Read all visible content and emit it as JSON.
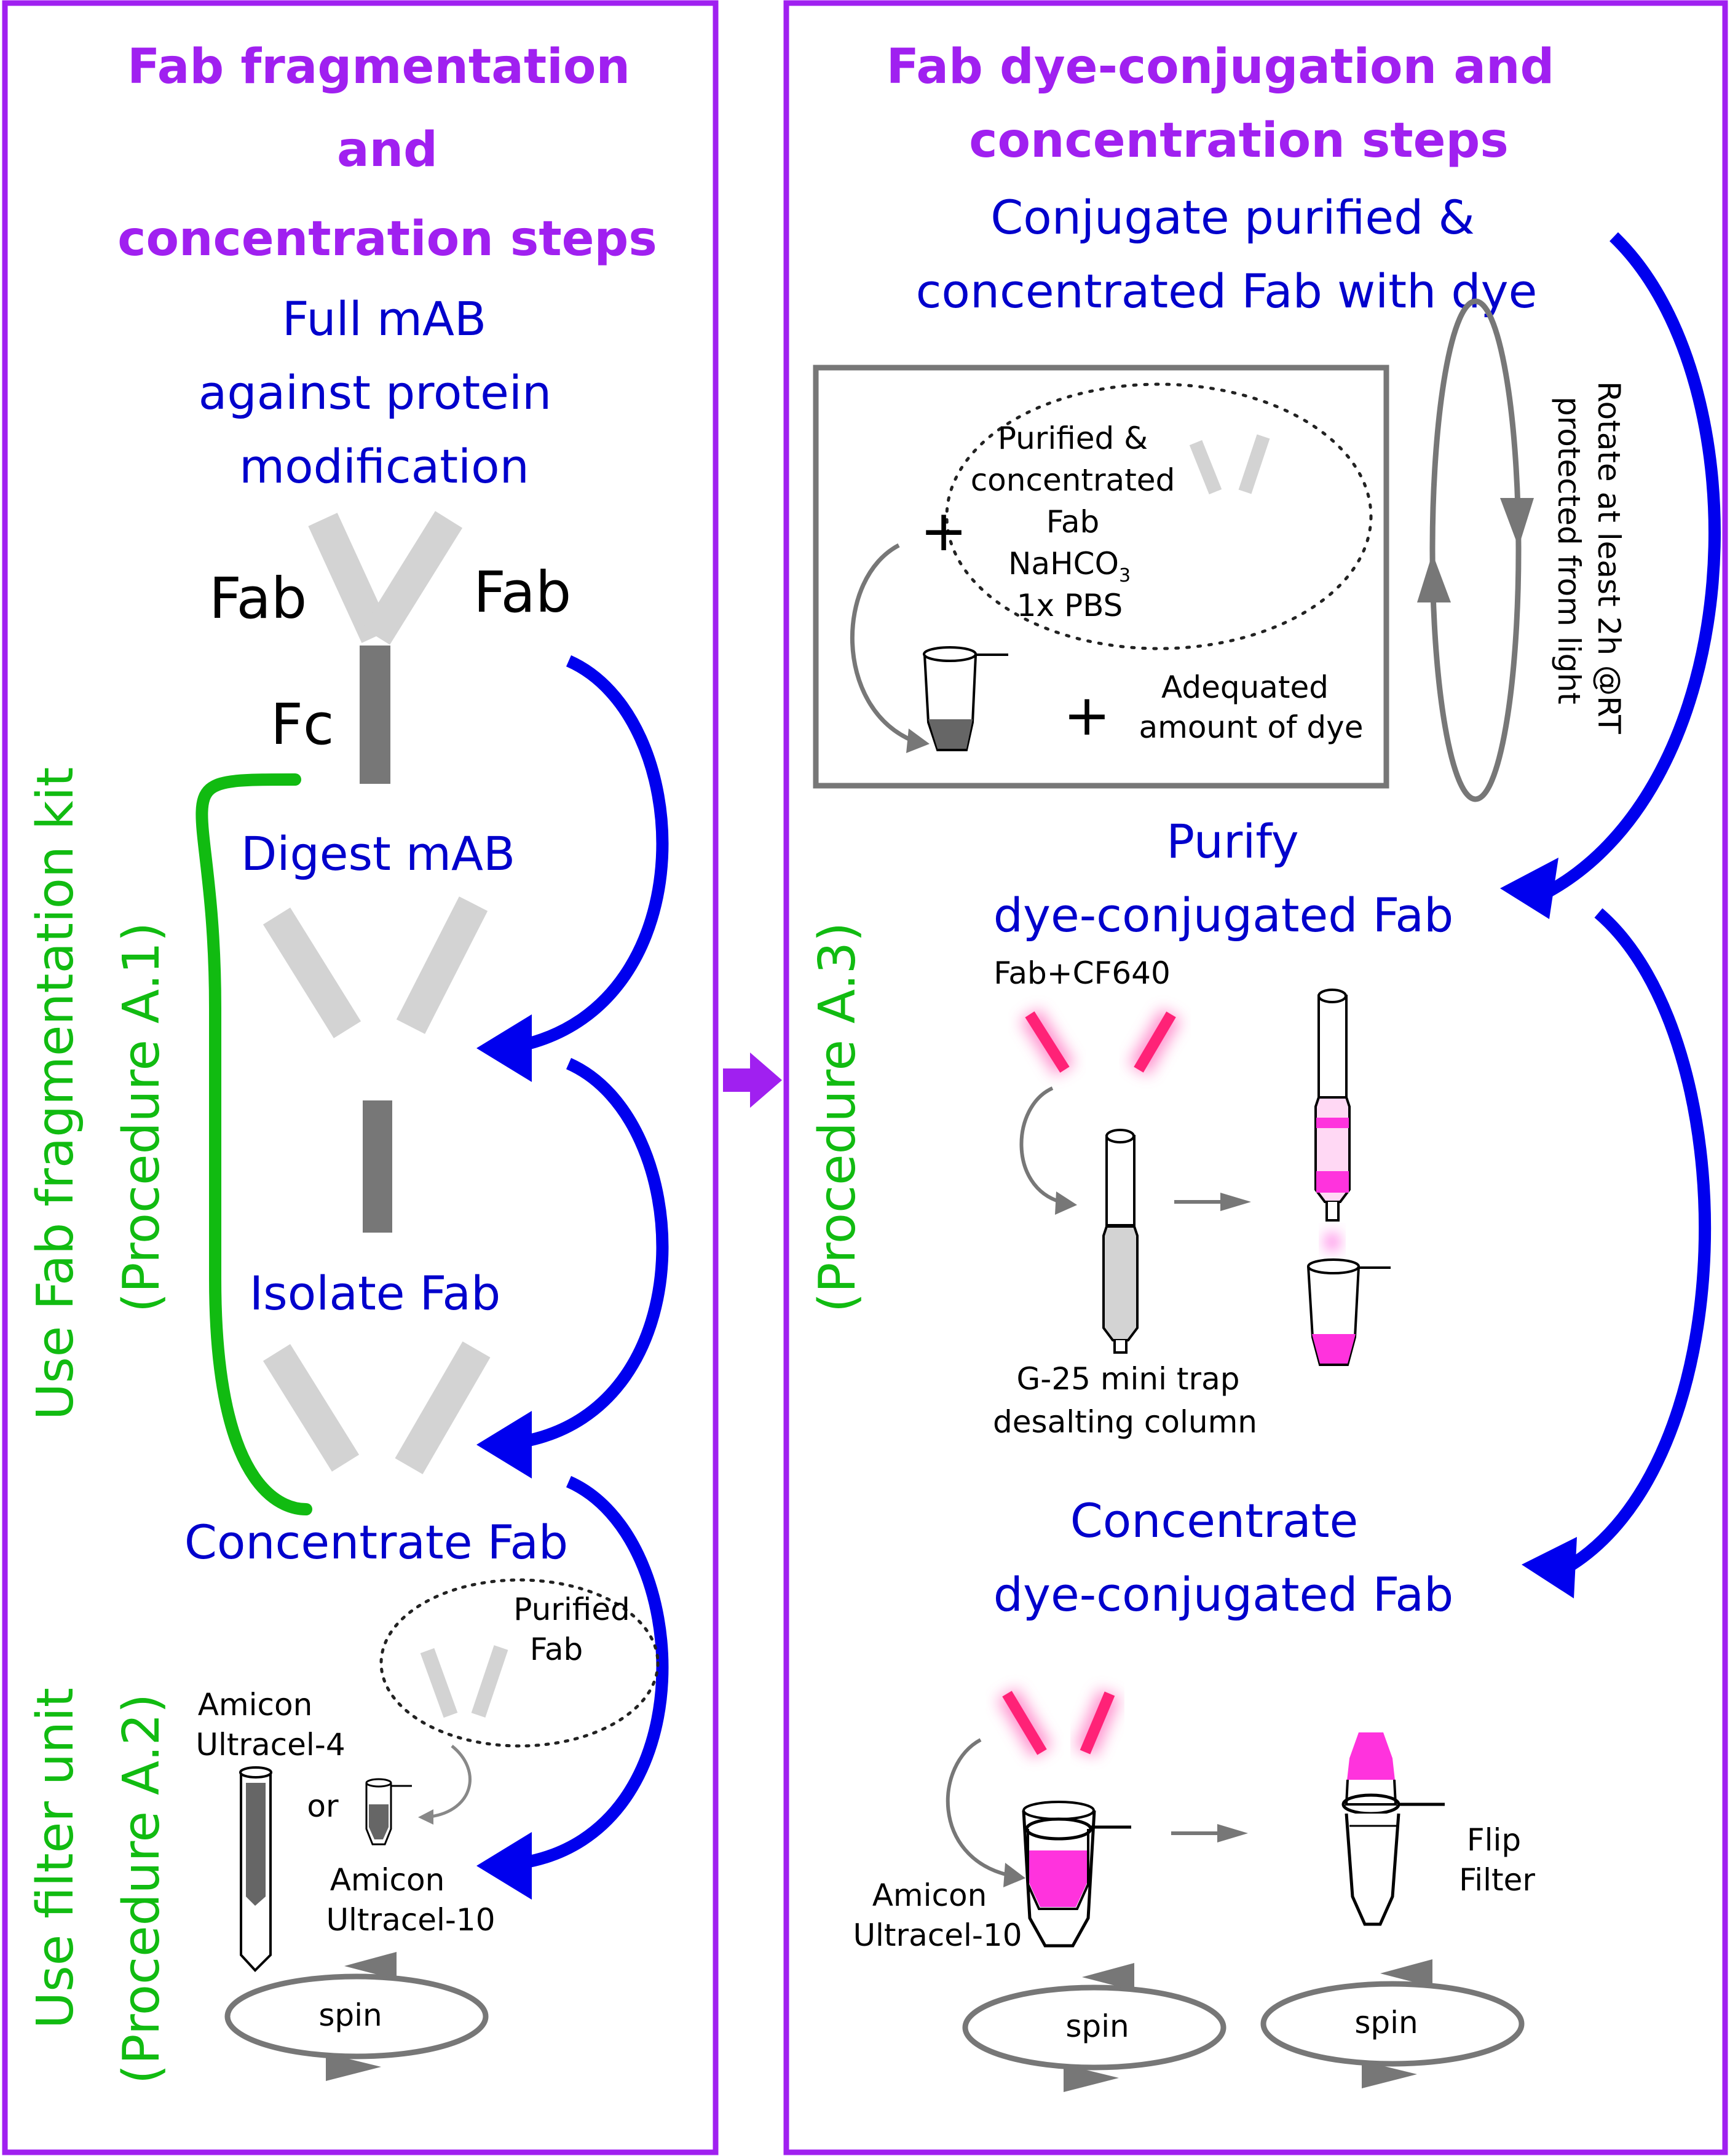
{
  "left_panel": {
    "title_lines": [
      "Fab fragmentation",
      "and",
      "concentration steps"
    ],
    "start_lines": [
      "Full mAB",
      "against protein",
      "modification"
    ],
    "fab_label_left": "Fab",
    "fab_label_right": "Fab",
    "fc_label": "Fc",
    "step_digest": "Digest mAB",
    "step_isolate": "Isolate Fab",
    "step_concentrate": "Concentrate Fab",
    "kit_label": "Use Fab fragmentation kit",
    "kit_procedure": "(Procedure A.1)",
    "filter_label": "Use filter unit",
    "filter_procedure": "(Procedure A.2)",
    "purified_fab_lines": [
      "Purified",
      "Fab"
    ],
    "amicon4_lines": [
      "Amicon",
      "Ultracel-4"
    ],
    "or_label": "or",
    "amicon10_lines": [
      "Amicon",
      "Ultracel-10"
    ],
    "spin_label": "spin"
  },
  "right_panel": {
    "title_lines": [
      "Fab dye-conjugation and",
      "concentration steps"
    ],
    "conjugate_lines": [
      "Conjugate purified &",
      "concentrated Fab with dye"
    ],
    "mix_lines": [
      "Purified &",
      "concentrated",
      "Fab"
    ],
    "nahco3_main": "NaHCO",
    "nahco3_sub": "3",
    "pbs_label": "1x PBS",
    "plus_sign": "+",
    "dye_lines": [
      "Adequated",
      "amount of dye"
    ],
    "rotate_lines": [
      "Rotate at least 2h @RT",
      "protected from light"
    ],
    "procedure": "(Procedure A.3)",
    "purify_lines": [
      "Purify",
      "dye-conjugated Fab"
    ],
    "fab_dye_label": "Fab+CF640",
    "column_lines": [
      "G-25 mini trap",
      "desalting column"
    ],
    "concentrate_lines": [
      "Concentrate",
      "dye-conjugated Fab"
    ],
    "amicon10_lines": [
      "Amicon",
      "Ultracel-10"
    ],
    "flip_lines": [
      "Flip",
      "Filter"
    ],
    "spin_label": "spin"
  },
  "colors": {
    "panel_border": "#a020f0",
    "title": "#a020f0",
    "step_text": "#0000cc",
    "procedure_text": "#11bb11",
    "flow_arrow": "#0000ee",
    "fab_gray": "#d3d3d3",
    "fc_gray": "#777777",
    "dye_pink": "#ff2277",
    "magenta": "#ff33dd"
  }
}
